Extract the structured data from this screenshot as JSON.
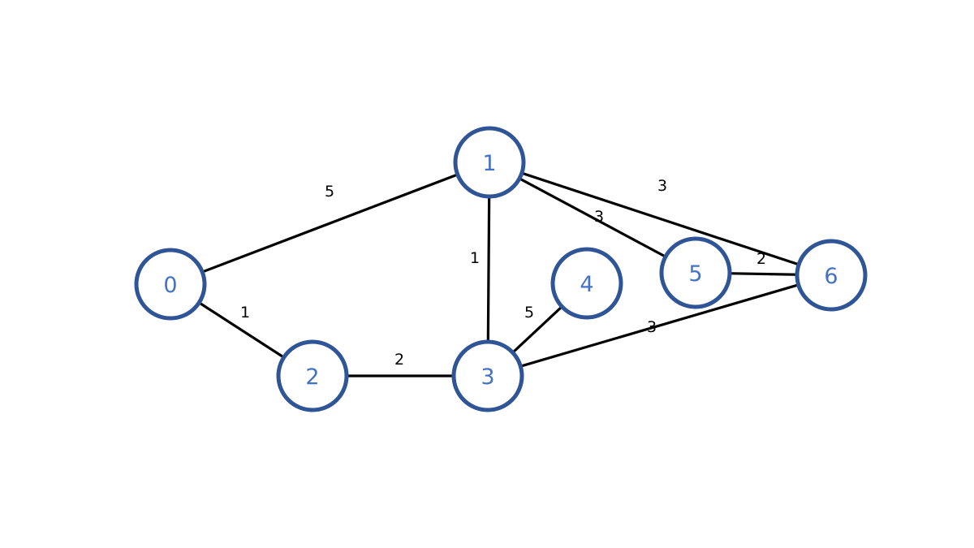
{
  "graph": {
    "colors": {
      "node_border": "#2f5597",
      "node_label": "#4472c4",
      "node_fill": "#ffffff",
      "edge": "#000000",
      "weight_label": "#000000"
    },
    "nodes": [
      {
        "id": "0",
        "label": "0"
      },
      {
        "id": "1",
        "label": "1"
      },
      {
        "id": "2",
        "label": "2"
      },
      {
        "id": "3",
        "label": "3"
      },
      {
        "id": "4",
        "label": "4"
      },
      {
        "id": "5",
        "label": "5"
      },
      {
        "id": "6",
        "label": "6"
      }
    ],
    "edges": [
      {
        "from": "0",
        "to": "1",
        "weight": "5"
      },
      {
        "from": "0",
        "to": "2",
        "weight": "1"
      },
      {
        "from": "2",
        "to": "3",
        "weight": "2"
      },
      {
        "from": "1",
        "to": "3",
        "weight": "1"
      },
      {
        "from": "1",
        "to": "5",
        "weight": "3"
      },
      {
        "from": "1",
        "to": "6",
        "weight": "3"
      },
      {
        "from": "3",
        "to": "4",
        "weight": "5"
      },
      {
        "from": "3",
        "to": "6",
        "weight": "3"
      },
      {
        "from": "5",
        "to": "6",
        "weight": "2"
      }
    ]
  }
}
